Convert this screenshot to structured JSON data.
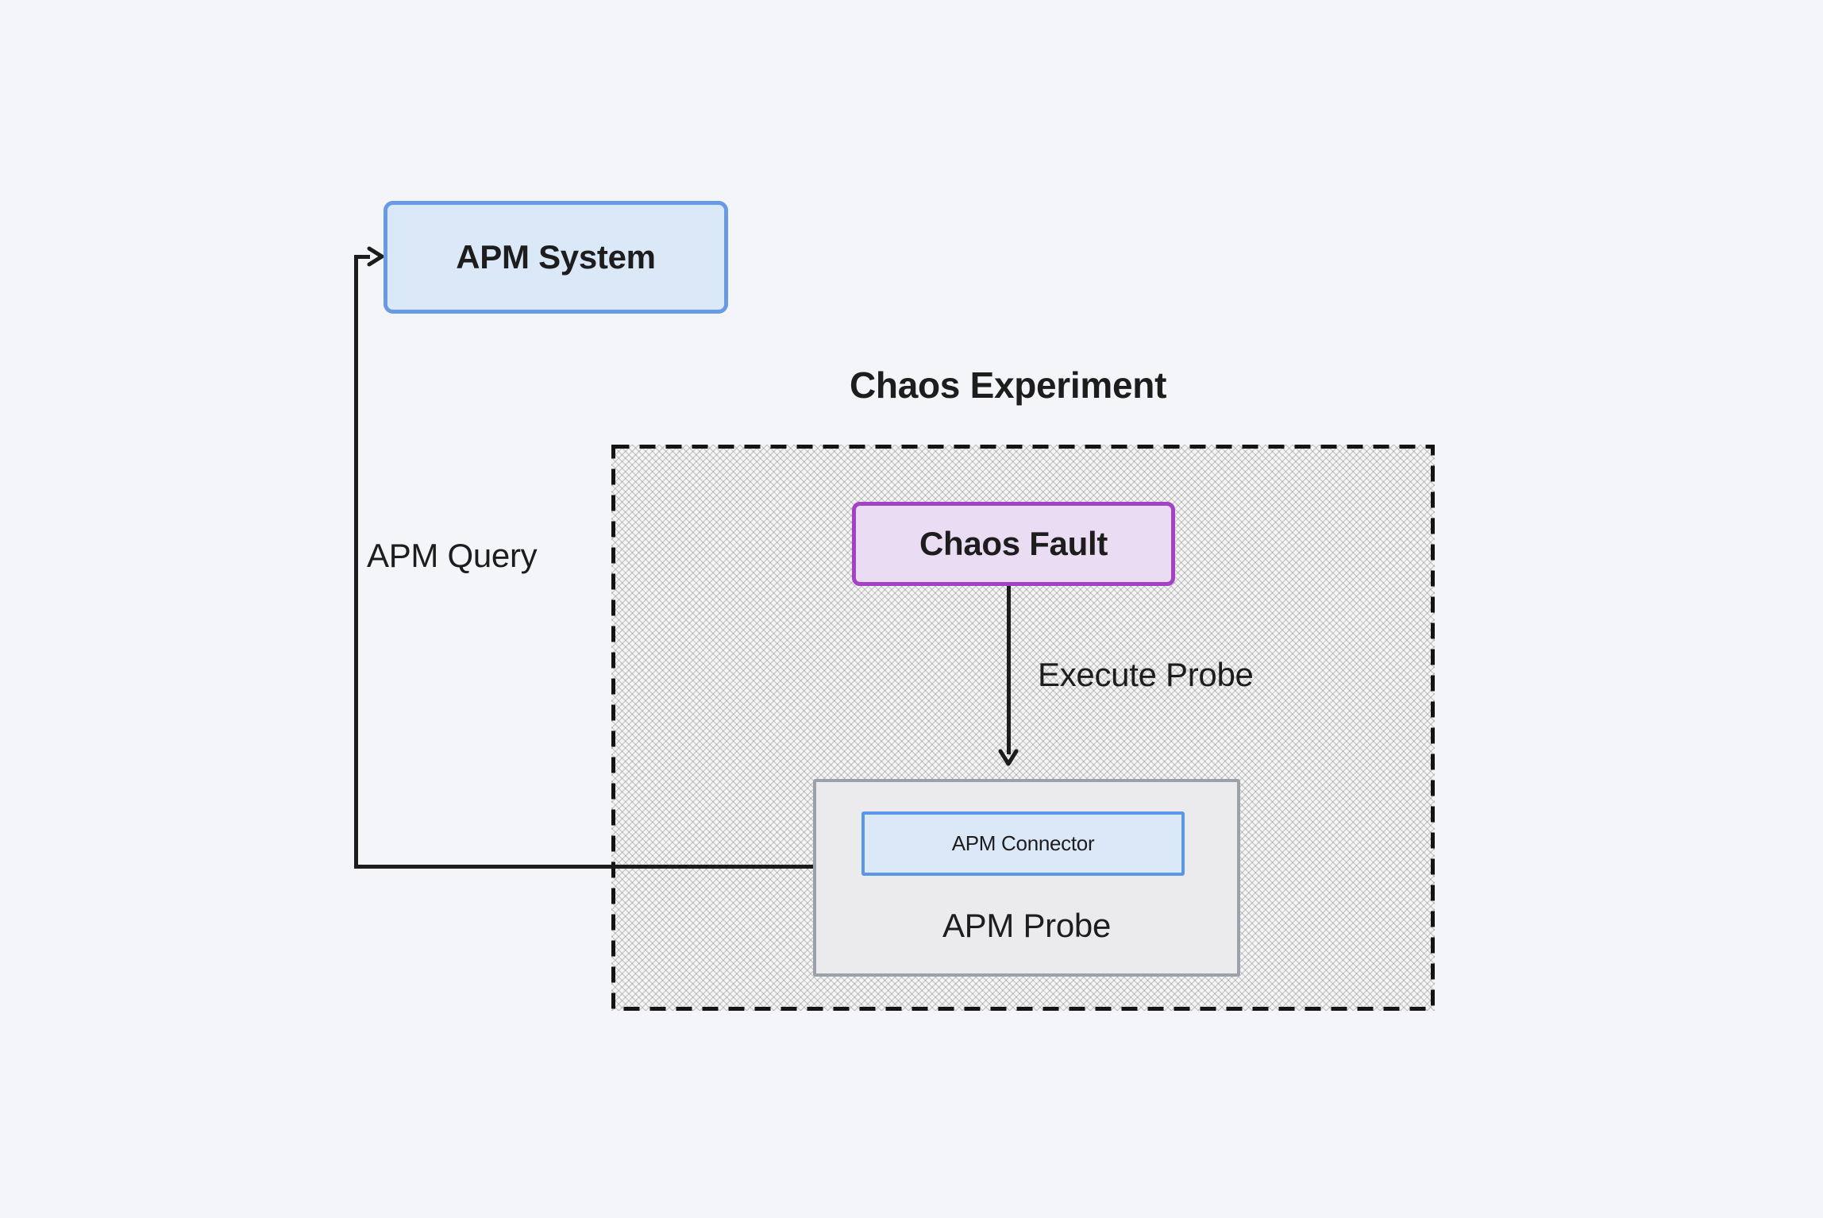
{
  "page": {
    "background_color": "#f4f5f8"
  },
  "diagram": {
    "title": "Chaos Experiment",
    "nodes": {
      "apm_system": {
        "label": "APM System",
        "fill": "#dbe8f8",
        "border": "#689ae6"
      },
      "chaos_fault": {
        "label": "Chaos Fault",
        "fill": "#eadcf3",
        "border": "#a341c9"
      },
      "apm_probe": {
        "label": "APM Probe",
        "fill": "#ebebed",
        "border": "#9ba1aa"
      },
      "apm_connector": {
        "label": "APM Connector",
        "fill": "#dbe8f8",
        "border": "#5b97e5"
      }
    },
    "edges": {
      "execute_probe": {
        "label": "Execute Probe",
        "from": "chaos_fault",
        "to": "apm_probe"
      },
      "apm_query": {
        "label": "APM Query",
        "from": "apm_probe",
        "to": "apm_system"
      }
    },
    "container": {
      "name": "chaos_experiment_boundary",
      "border_style": "dashed",
      "border_color": "#141414",
      "pattern": "diagonal-crosshatch"
    },
    "line_color": "#1c1c1c",
    "text_color": "#1d1d1d"
  }
}
